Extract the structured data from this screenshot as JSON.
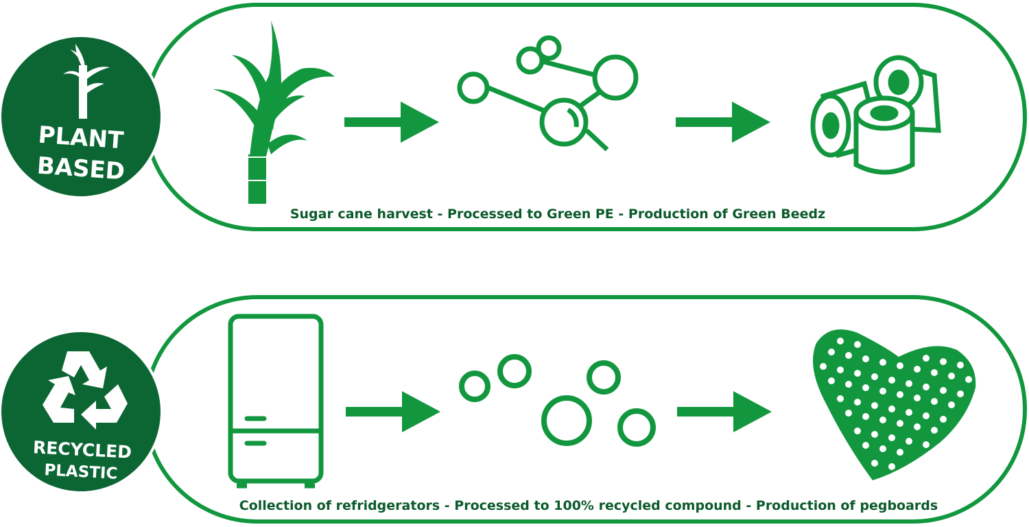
{
  "colors": {
    "accent": "#12973f",
    "badge": "#0c6634",
    "caption": "#0b5a2b"
  },
  "rows": [
    {
      "badge": {
        "line1": "PLANT",
        "line2": "BASED",
        "icon": "sugarcane-icon"
      },
      "steps": [
        "sugarcane-icon",
        "molecule-icon",
        "beads-icon"
      ],
      "caption": "Sugar cane harvest - Processed to Green PE - Production of Green Beedz"
    },
    {
      "badge": {
        "line1": "RECYCLED",
        "line2": "PLASTIC",
        "icon": "recycle-icon"
      },
      "steps": [
        "refrigerator-icon",
        "pellets-icon",
        "pegboard-heart-icon"
      ],
      "caption": "Collection of refridgerators - Processed to 100% recycled compound - Production of pegboards"
    }
  ]
}
